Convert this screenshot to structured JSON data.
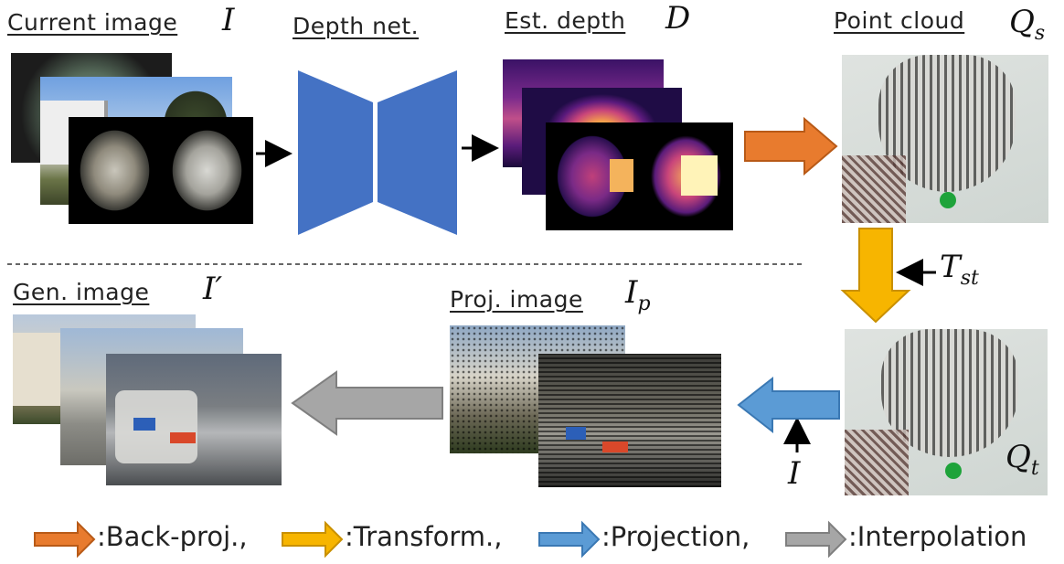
{
  "labels": {
    "current_image": "Current image",
    "current_image_sym": "I",
    "depth_net": "Depth net.",
    "est_depth": "Est. depth",
    "est_depth_sym": "D",
    "point_cloud": "Point cloud",
    "point_cloud_sym": "Q",
    "point_cloud_sub": "s",
    "gen_image": "Gen. image",
    "gen_image_sym": "I′",
    "proj_image": "Proj. image",
    "proj_image_sym": "I",
    "proj_image_sub": "p",
    "transform_sym": "T",
    "transform_sub": "st",
    "input_sym": "I",
    "target_cloud_sym": "Q",
    "target_cloud_sub": "t"
  },
  "legend": [
    {
      "label": ":Back-proj.,",
      "color": "#e87b2e"
    },
    {
      "label": ":Transform.,",
      "color": "#f7b500"
    },
    {
      "label": ":Projection,",
      "color": "#5b9bd5"
    },
    {
      "label": ":Interpolation",
      "color": "#a6a6a6"
    }
  ],
  "colors": {
    "depth_net": "#4472c4",
    "back_proj": "#e87b2e",
    "transform": "#f7b500",
    "projection": "#5b9bd5",
    "interpolation": "#a6a6a6"
  }
}
